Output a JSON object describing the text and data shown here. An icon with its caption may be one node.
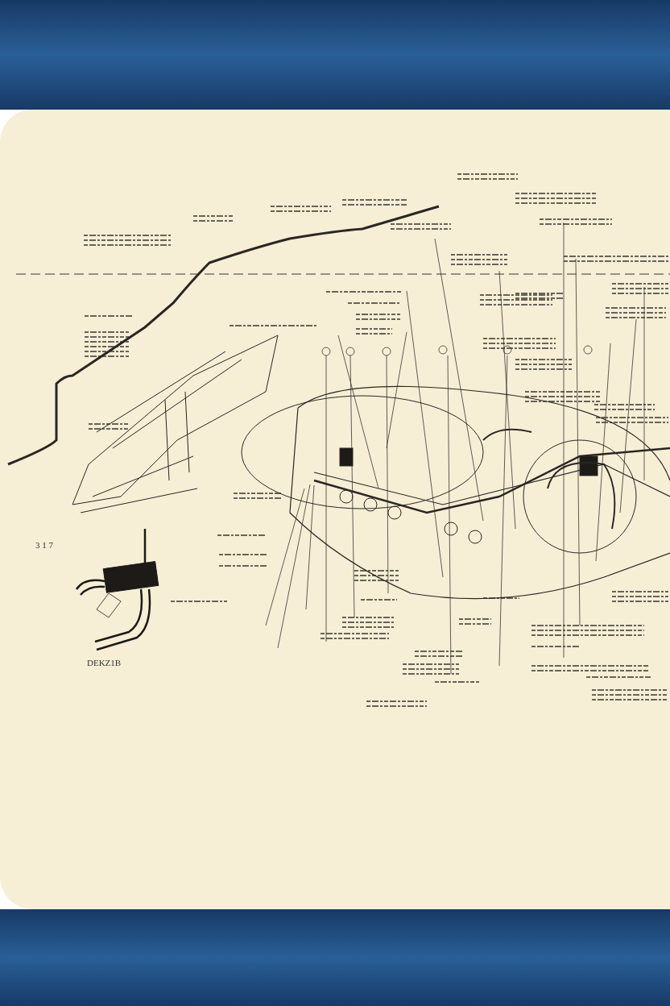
{
  "diagram": {
    "nodes": [
      {
        "text": [],
        "shape": "picture"
      },
      {
        "text": [],
        "shape": "picture"
      },
      {
        "text": [],
        "shape": "picture"
      }
    ],
    "labels": [
      "3 1 7",
      "DEKZ1B"
    ]
  }
}
